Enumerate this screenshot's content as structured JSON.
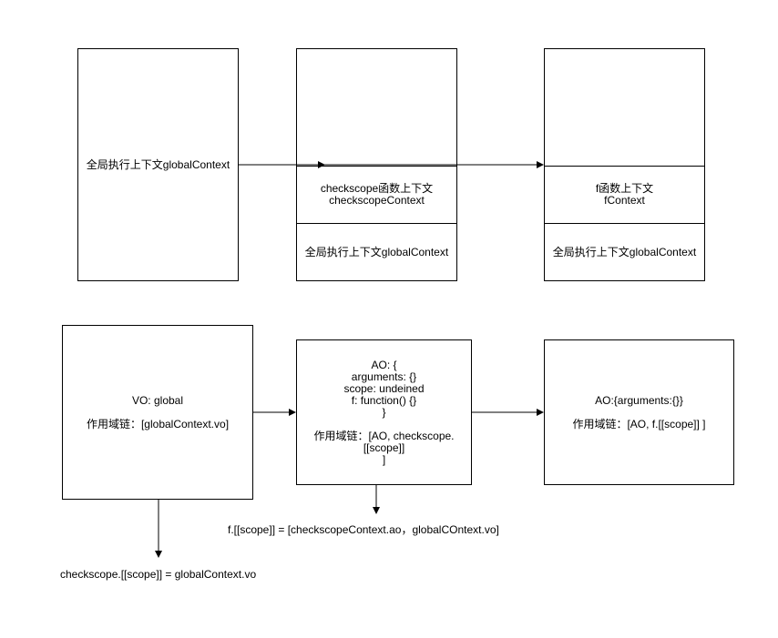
{
  "stack1": {
    "cells": [
      "全局执行上下文globalContext"
    ]
  },
  "stack2": {
    "cells": [
      "checkscope函数上下文",
      "checkscopeContext",
      "全局执行上下文globalContext"
    ]
  },
  "stack3": {
    "cells": [
      "f函数上下文",
      "fContext",
      "全局执行上下文globalContext"
    ]
  },
  "vo_box": {
    "line1": "VO: global",
    "line2": "作用域链：[globalContext.vo]"
  },
  "ao_checkscope_box": {
    "lines": [
      "AO: {",
      "arguments: {}",
      "scope: undeined",
      "f: function() {}",
      "}",
      "作用域链：[AO, checkscope.",
      "[[scope]]",
      "]"
    ]
  },
  "ao_f_box": {
    "line1": "AO:{arguments:{}}",
    "line2": "作用域链：[AO, f.[[scope]] ]"
  },
  "annotations": {
    "checkscope_scope": "checkscope.[[scope]] = globalContext.vo",
    "f_scope": "f.[[scope]] = [checkscopeContext.ao，globalCOntext.vo]"
  }
}
